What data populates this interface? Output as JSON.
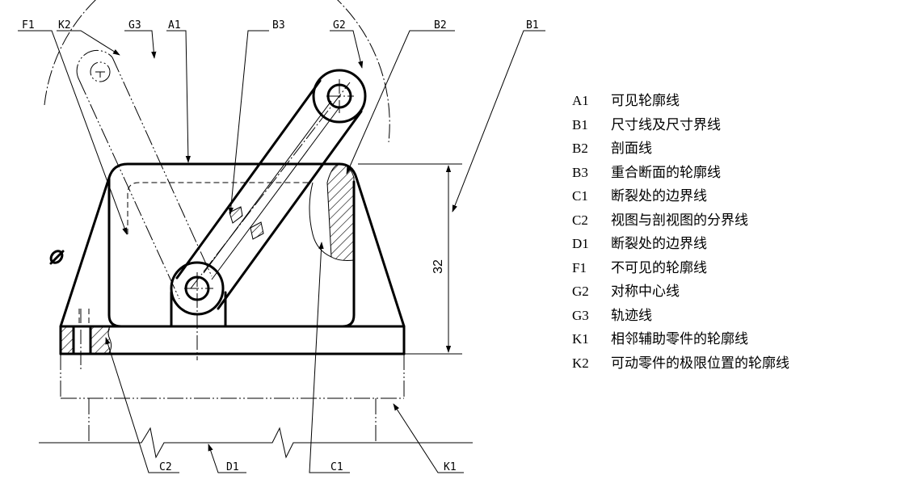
{
  "callouts": {
    "f1": "F1",
    "k2": "K2",
    "g3": "G3",
    "a1": "A1",
    "b3": "B3",
    "g2": "G2",
    "b2": "B2",
    "b1": "B1",
    "c2": "C2",
    "d1": "D1",
    "c1": "C1",
    "k1": "K1"
  },
  "dimension": {
    "value": "32"
  },
  "legend": [
    {
      "code": "A1",
      "text": "可见轮廓线"
    },
    {
      "code": "B1",
      "text": "尺寸线及尺寸界线"
    },
    {
      "code": "B2",
      "text": "剖面线"
    },
    {
      "code": "B3",
      "text": "重合断面的轮廓线"
    },
    {
      "code": "C1",
      "text": "断裂处的边界线"
    },
    {
      "code": "C2",
      "text": "视图与剖视图的分界线"
    },
    {
      "code": "D1",
      "text": "断裂处的边界线"
    },
    {
      "code": "F1",
      "text": "不可见的轮廓线"
    },
    {
      "code": "G2",
      "text": "对称中心线"
    },
    {
      "code": "G3",
      "text": "轨迹线"
    },
    {
      "code": "K1",
      "text": "相邻辅助零件的轮廓线"
    },
    {
      "code": "K2",
      "text": "可动零件的极限位置的轮廓线"
    }
  ]
}
